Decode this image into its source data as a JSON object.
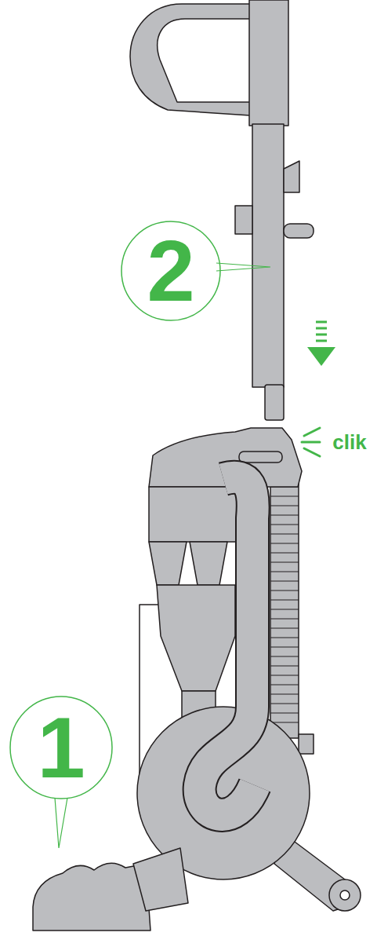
{
  "diagram": {
    "labels": [
      "2",
      "1",
      "clik"
    ]
  }
}
